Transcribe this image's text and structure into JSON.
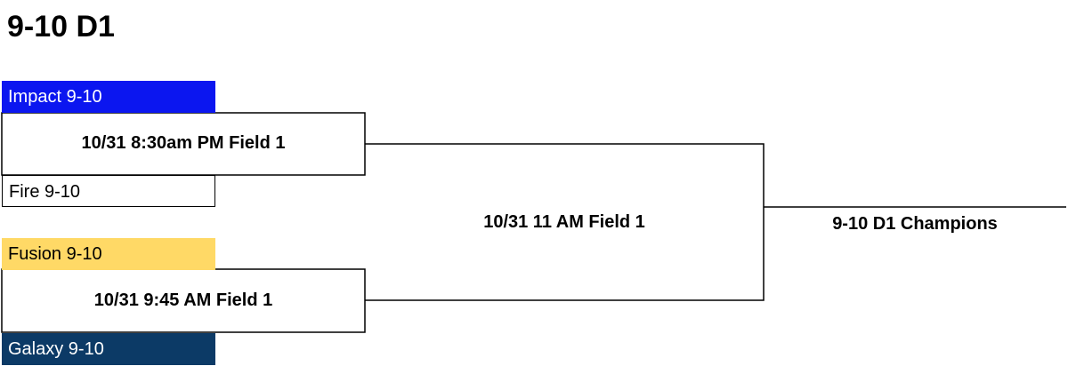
{
  "title": "9-10 D1",
  "colors": {
    "impact": "#0b16f0",
    "fusion": "#ffd966",
    "galaxy": "#0c3a66",
    "line": "#000000"
  },
  "teams": [
    {
      "name": "Impact 9-10"
    },
    {
      "name": "Fire 9-10"
    },
    {
      "name": "Fusion 9-10"
    },
    {
      "name": "Galaxy 9-10"
    }
  ],
  "games": {
    "semifinal_1": "10/31 8:30am PM Field 1",
    "semifinal_2": "10/31 9:45 AM Field 1",
    "final": "10/31 11 AM Field 1"
  },
  "champion_label": "9-10 D1 Champions"
}
